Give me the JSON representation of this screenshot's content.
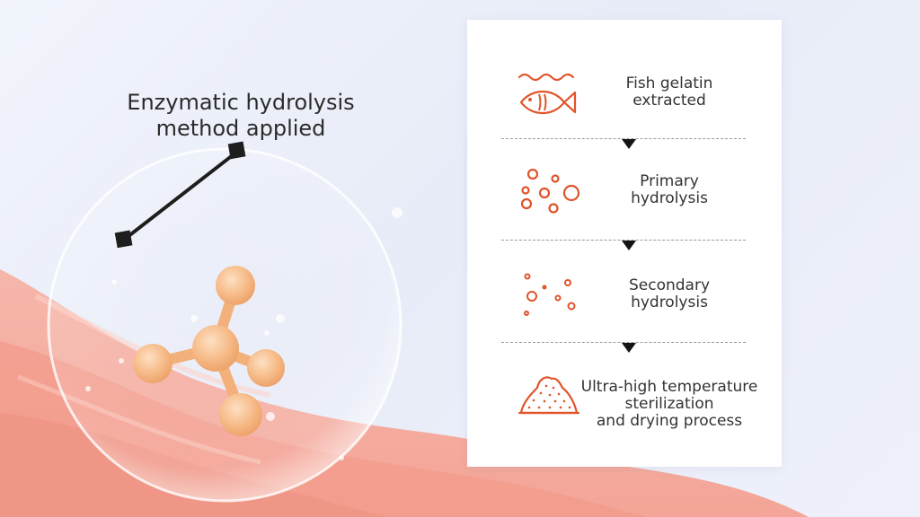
{
  "callout": {
    "line1": "Enzymatic hydrolysis",
    "line2": "method applied"
  },
  "steps": [
    {
      "icon": "fish-waves-icon",
      "line1": "Fish gelatin",
      "line2": "extracted"
    },
    {
      "icon": "large-bubbles-icon",
      "line1": "Primary",
      "line2": "hydrolysis"
    },
    {
      "icon": "small-bubbles-icon",
      "line1": "Secondary",
      "line2": "hydrolysis"
    },
    {
      "icon": "powder-pile-icon",
      "line1": "Ultra-high temperature",
      "line2": "sterilization",
      "line3": "and drying process"
    }
  ],
  "colors": {
    "accent": "#e0542a",
    "text": "#2b2b2b",
    "pink": "#f6a99c"
  }
}
